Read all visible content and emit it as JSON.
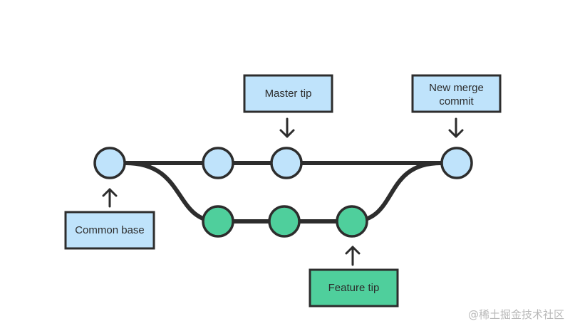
{
  "labels": {
    "master_tip": "Master tip",
    "new_merge_commit": [
      "New merge",
      "commit"
    ],
    "common_base": "Common base",
    "feature_tip": "Feature tip"
  },
  "watermark": "@稀土掘金技术社区",
  "colors": {
    "master_commit_fill": "#bfe3fb",
    "feature_commit_fill": "#4fcf9c",
    "master_label_fill": "#bfe3fb",
    "feature_label_fill": "#4fcf9c",
    "line": "#2d2d2d"
  },
  "commits": {
    "master_branch": [
      "common-base",
      "master-1",
      "master-tip",
      "merge-commit"
    ],
    "feature_branch": [
      "feature-1",
      "feature-2",
      "feature-tip"
    ]
  }
}
